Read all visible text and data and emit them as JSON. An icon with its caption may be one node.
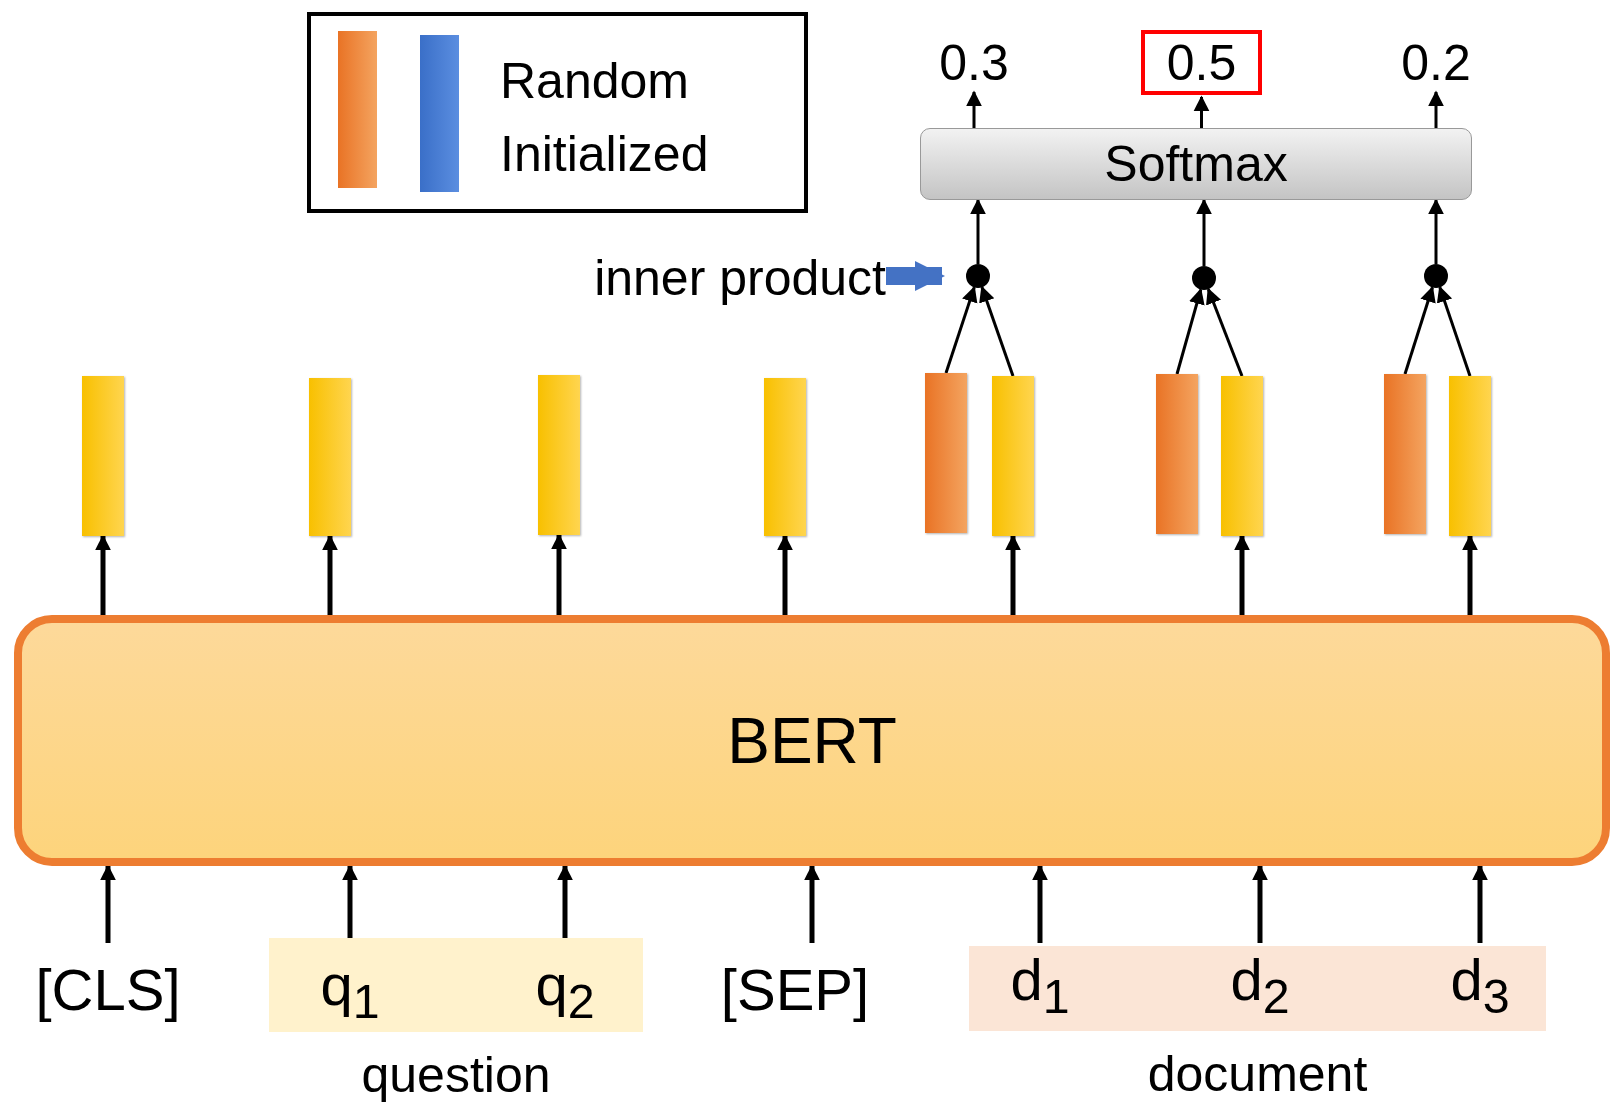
{
  "diagram": {
    "nodes": [
      {
        "text": [
          "Softmax"
        ]
      },
      {
        "text": [
          "0.3"
        ]
      },
      {
        "text": [
          "0.5"
        ]
      },
      {
        "text": [
          "0.2"
        ]
      },
      {
        "text": [],
        "shape": "circle"
      },
      {
        "text": [],
        "shape": "circle"
      },
      {
        "text": [],
        "shape": "circle"
      },
      {
        "text": [
          "inner product"
        ]
      },
      {
        "text": [
          "BERT"
        ]
      },
      {
        "text": [],
        "shape": "bar"
      },
      {
        "text": [],
        "shape": "bar"
      },
      {
        "text": [],
        "shape": "bar"
      },
      {
        "text": [],
        "shape": "bar"
      },
      {
        "text": [],
        "shape": "bar"
      },
      {
        "text": [],
        "shape": "bar"
      },
      {
        "text": [],
        "shape": "bar"
      },
      {
        "text": [],
        "shape": "bar"
      },
      {
        "text": [],
        "shape": "bar"
      },
      {
        "text": [],
        "shape": "bar"
      },
      {
        "text": [
          "[CLS]"
        ]
      },
      {
        "text": [],
        "shape": "box",
        "beside": [
          "question"
        ]
      },
      {
        "text": [
          "q$_{1}$"
        ],
        "in": 20
      },
      {
        "text": [
          "q$_{2}$"
        ],
        "in": 20
      },
      {
        "text": [
          "[SEP]"
        ]
      },
      {
        "text": [],
        "shape": "box",
        "beside": [
          "document"
        ]
      },
      {
        "text": [
          "d$_{1}$"
        ],
        "in": 24
      },
      {
        "text": [
          "d$_{2}$"
        ],
        "in": 24
      },
      {
        "text": [
          "d$_{3}$"
        ],
        "in": 24
      }
    ],
    "edges": [
      {
        "from": 0,
        "to": 1,
        "arrow": "to"
      },
      {
        "from": 0,
        "to": 2,
        "arrow": "to"
      },
      {
        "from": 0,
        "to": 3,
        "arrow": "to"
      },
      {
        "from": 4,
        "to": 0,
        "arrow": "to"
      },
      {
        "from": 5,
        "to": 0,
        "arrow": "to"
      },
      {
        "from": 6,
        "to": 0,
        "arrow": "to"
      },
      {
        "from": 7,
        "to": 4,
        "arrow": "to",
        "style": "thick",
        "color": "#4472c4"
      },
      {
        "from": 13,
        "to": 4,
        "arrow": "to"
      },
      {
        "from": 14,
        "to": 4,
        "arrow": "to"
      },
      {
        "from": 15,
        "to": 5,
        "arrow": "to"
      },
      {
        "from": 16,
        "to": 5,
        "arrow": "to"
      },
      {
        "from": 17,
        "to": 6,
        "arrow": "to"
      },
      {
        "from": 18,
        "to": 6,
        "arrow": "to"
      },
      {
        "from": 8,
        "to": 9,
        "arrow": "to"
      },
      {
        "from": 8,
        "to": 10,
        "arrow": "to"
      },
      {
        "from": 8,
        "to": 11,
        "arrow": "to"
      },
      {
        "from": 8,
        "to": 12,
        "arrow": "to"
      },
      {
        "from": 8,
        "to": 14,
        "arrow": "to"
      },
      {
        "from": 8,
        "to": 16,
        "arrow": "to"
      },
      {
        "from": 8,
        "to": 18,
        "arrow": "to"
      },
      {
        "from": 19,
        "to": 8,
        "arrow": "to"
      },
      {
        "from": 21,
        "to": 8,
        "arrow": "to"
      },
      {
        "from": 22,
        "to": 8,
        "arrow": "to"
      },
      {
        "from": 23,
        "to": 8,
        "arrow": "to"
      },
      {
        "from": 25,
        "to": 8,
        "arrow": "to"
      },
      {
        "from": 26,
        "to": 8,
        "arrow": "to"
      },
      {
        "from": 27,
        "to": 8,
        "arrow": "to"
      }
    ],
    "legend": [
      {
        "text": "Random Initialized"
      }
    ]
  }
}
